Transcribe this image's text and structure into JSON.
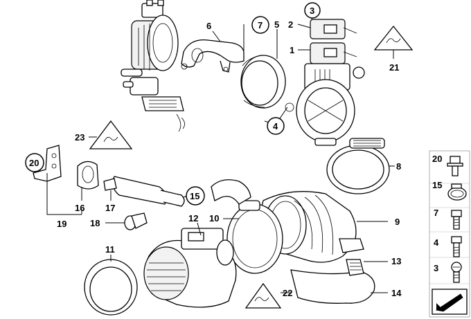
{
  "callouts": [
    {
      "id": "c1",
      "text": "1"
    },
    {
      "id": "c2",
      "text": "2"
    },
    {
      "id": "c3",
      "text": "3"
    },
    {
      "id": "c4",
      "text": "4"
    },
    {
      "id": "c5",
      "text": "5"
    },
    {
      "id": "c6",
      "text": "6"
    },
    {
      "id": "c7",
      "text": "7"
    },
    {
      "id": "c8",
      "text": "8"
    },
    {
      "id": "c9",
      "text": "9"
    },
    {
      "id": "c10",
      "text": "10"
    },
    {
      "id": "c11",
      "text": "11"
    },
    {
      "id": "c12",
      "text": "12"
    },
    {
      "id": "c13",
      "text": "13"
    },
    {
      "id": "c14",
      "text": "14"
    },
    {
      "id": "c15",
      "text": "15"
    },
    {
      "id": "c16",
      "text": "16"
    },
    {
      "id": "c17",
      "text": "17"
    },
    {
      "id": "c18",
      "text": "18"
    },
    {
      "id": "c19",
      "text": "19"
    },
    {
      "id": "c20",
      "text": "20"
    },
    {
      "id": "c21",
      "text": "21"
    },
    {
      "id": "c22",
      "text": "22"
    },
    {
      "id": "c23",
      "text": "23"
    }
  ],
  "hardware_panel": {
    "items": [
      {
        "label": "20",
        "icon": "hex-bolt-washer-icon"
      },
      {
        "label": "15",
        "icon": "hose-clamp-icon"
      },
      {
        "label": "7",
        "icon": "hex-bolt-icon"
      },
      {
        "label": "4",
        "icon": "hex-bolt-long-icon"
      },
      {
        "label": "3",
        "icon": "slotted-screw-icon"
      }
    ]
  },
  "colors": {
    "line": "#000000",
    "background": "#ffffff",
    "panel_border": "#999999"
  }
}
